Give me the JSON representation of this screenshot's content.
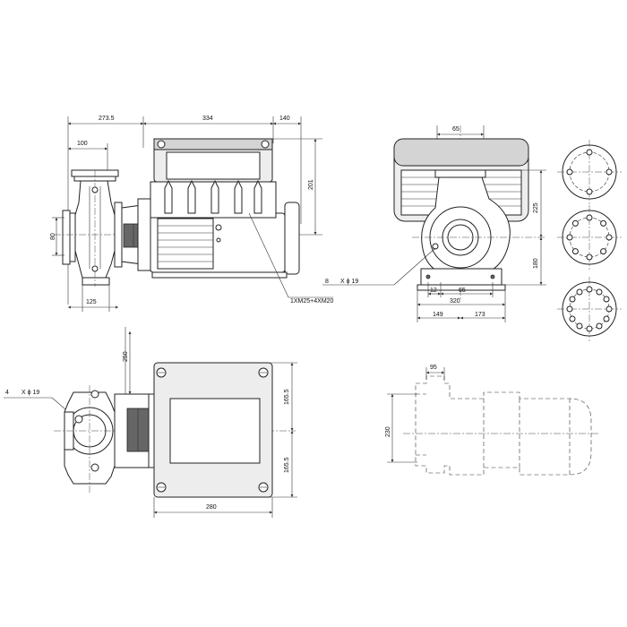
{
  "top_left_view": {
    "dim_overall_left": "273.5",
    "dim_inner_left": "100",
    "dim_motor": "334",
    "dim_fan": "140",
    "dim_height_top": "201",
    "dim_flange": "80",
    "dim_base": "125",
    "cable_entry": "1XM25+4XM20"
  },
  "top_right_view": {
    "dim_outlet": "65",
    "dim_upper": "225",
    "dim_lower": "180",
    "bolt_note_count": "8",
    "bolt_note_size": "X ϕ 19",
    "dim_foot_a": "12",
    "dim_foot_b": "65",
    "dim_foot_total": "320",
    "dim_half_left": "149",
    "dim_half_right": "173"
  },
  "bottom_left_view": {
    "bolt_note_count": "4",
    "bolt_note_size": "X ϕ 19",
    "dim_offset": "250",
    "dim_half_top": "165.5",
    "dim_half_bottom": "165.5",
    "dim_width": "280"
  },
  "bottom_right_view": {
    "dim_top": "95",
    "dim_height": "230"
  }
}
